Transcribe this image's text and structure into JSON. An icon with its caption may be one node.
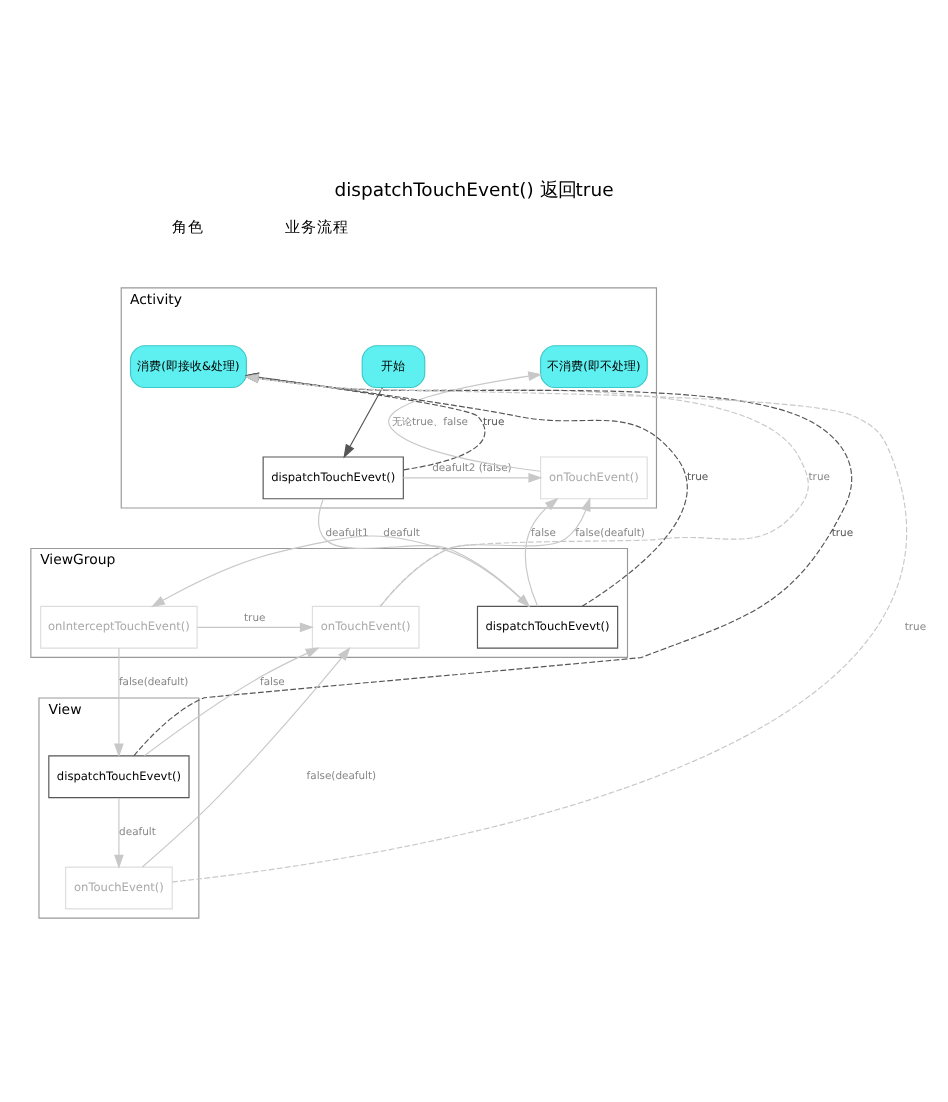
{
  "diagram": {
    "title": "dispatchTouchEvent() 返回true",
    "nodes": [
      {
        "text": [
          "Activity"
        ]
      },
      {
        "text": [
          "ViewGroup"
        ]
      },
      {
        "text": [
          "View"
        ]
      },
      {
        "text": [
          "消费(即接收&处理)"
        ],
        "in": 0
      },
      {
        "text": [
          "开始"
        ],
        "in": 0
      },
      {
        "text": [
          "不消费(即不处理)"
        ],
        "in": 0
      },
      {
        "text": [
          "dispatchTouchEvevt()"
        ],
        "in": 0
      },
      {
        "text": [
          "onTouchEvent()"
        ],
        "in": 0
      },
      {
        "text": [
          "dispatchTouchEvevt()"
        ],
        "in": 1
      },
      {
        "text": [
          "onInterceptTouchEvent()"
        ],
        "in": 1
      },
      {
        "text": [
          "onTouchEvent()"
        ],
        "in": 1
      },
      {
        "text": [
          "dispatchTouchEvevt()"
        ],
        "in": 2
      },
      {
        "text": [
          "onTouchEvent()"
        ],
        "in": 2
      }
    ],
    "edges": [
      {
        "from": 4,
        "to": 6,
        "arrow": "to",
        "color": "#555555"
      },
      {
        "from": 6,
        "to": 3,
        "arrow": "to",
        "label": "true",
        "style": "dashed",
        "color": "#555555"
      },
      {
        "from": 6,
        "to": 7,
        "arrow": "to",
        "label": "deafult2 (false)"
      },
      {
        "from": 7,
        "to": 5,
        "arrow": "to",
        "label": "无论true、false"
      },
      {
        "from": 6,
        "to": 8,
        "arrow": "to",
        "label": "deafult1"
      },
      {
        "from": 8,
        "to": 7,
        "arrow": "to",
        "label": "false"
      },
      {
        "from": 8,
        "to": 3,
        "arrow": "to",
        "label": "true",
        "style": "dashed",
        "color": "#555555"
      },
      {
        "from": 8,
        "to": 9,
        "arrow": "to",
        "label": "deafult"
      },
      {
        "from": 9,
        "to": 10,
        "arrow": "to",
        "label": "true"
      },
      {
        "from": 10,
        "to": 7,
        "arrow": "to",
        "label": "false(deafult)"
      },
      {
        "from": 10,
        "to": 3,
        "arrow": "to",
        "label": "true",
        "style": "dashed"
      },
      {
        "from": 9,
        "to": 11,
        "arrow": "to",
        "label": "false(deafult)"
      },
      {
        "from": 11,
        "to": 10,
        "arrow": "to",
        "label": "false"
      },
      {
        "from": 11,
        "to": 3,
        "arrow": "to",
        "label": "true",
        "style": "dashed",
        "color": "#555555"
      },
      {
        "from": 11,
        "to": 12,
        "arrow": "to",
        "label": "deafult"
      },
      {
        "from": 12,
        "to": 10,
        "arrow": "to",
        "label": "false(deafult)"
      },
      {
        "from": 12,
        "to": 3,
        "arrow": "to",
        "label": "true",
        "style": "dashed"
      }
    ],
    "labels": [
      "角色",
      "业务流程"
    ]
  }
}
